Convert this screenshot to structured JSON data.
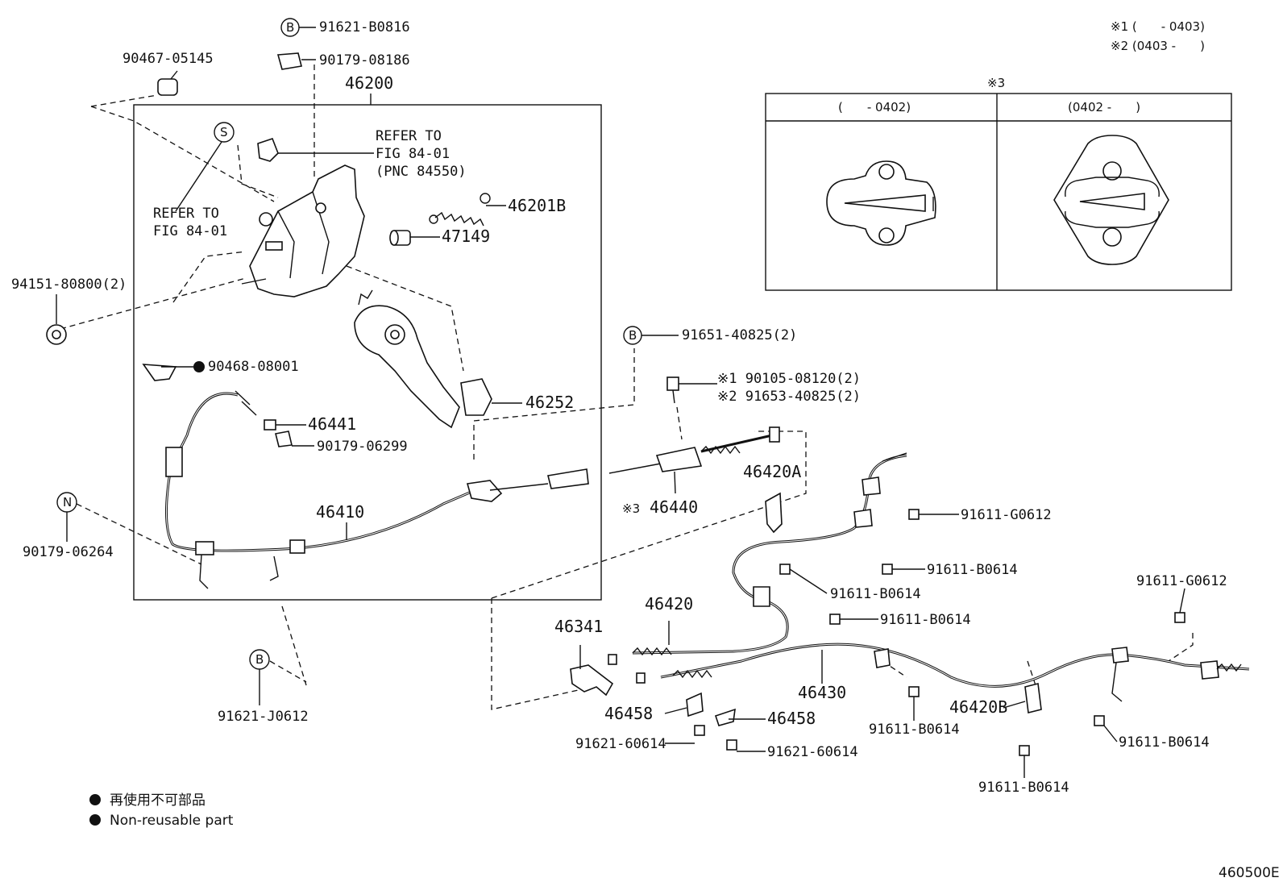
{
  "legend_top": {
    "note1": "※1 (　　- 0403)",
    "note2": "※2 (0403 -　　)"
  },
  "inset": {
    "title": "※3",
    "col1": "(　　- 0402)",
    "col2": "(0402 -　　)"
  },
  "parts": {
    "p90467": "90467-05145",
    "p91621b0816": "91621-B0816",
    "p90179_08186": "90179-08186",
    "p46200": "46200",
    "refer1_l1": "REFER TO",
    "refer1_l2": "FIG 84-01",
    "refer1_l3": "(PNC 84550)",
    "refer2_l1": "REFER TO",
    "refer2_l2": "FIG 84-01",
    "p46201b": "46201B",
    "p47149": "47149",
    "p94151": "94151-80800(2)",
    "p90468": "90468-08001",
    "p46441": "46441",
    "p90179_06299": "90179-06299",
    "p46252": "46252",
    "p91651": "91651-40825(2)",
    "p90105": "※1 90105-08120(2)",
    "p91653": "※2 91653-40825(2)",
    "p46440": "46440",
    "p46440_mark": "※3",
    "p46420a": "46420A",
    "p91611g0612a": "91611-G0612",
    "p91611b0614a": "91611-B0614",
    "p91611b0614b": "91611-B0614",
    "p91611b0614c": "91611-B0614",
    "p91611g0612b": "91611-G0612",
    "p90179_06264": "90179-06264",
    "p46410": "46410",
    "p46420": "46420",
    "p46341": "46341",
    "p46430": "46430",
    "p46458a": "46458",
    "p46458b": "46458",
    "p91621_60614a": "91621-60614",
    "p91621_60614b": "91621-60614",
    "p91611b0614d": "91611-B0614",
    "p46420b": "46420B",
    "p91611b0614e": "91611-B0614",
    "p91611b0614f": "91611-B0614",
    "p91621_j0612": "91621-J0612"
  },
  "circle_marks": {
    "b1": "B",
    "s": "S",
    "b2": "B",
    "n": "N",
    "b3": "B"
  },
  "legend_bottom": {
    "line1": "再使用不可部品",
    "line2": "Non-reusable part"
  },
  "figure_id": "460500E"
}
